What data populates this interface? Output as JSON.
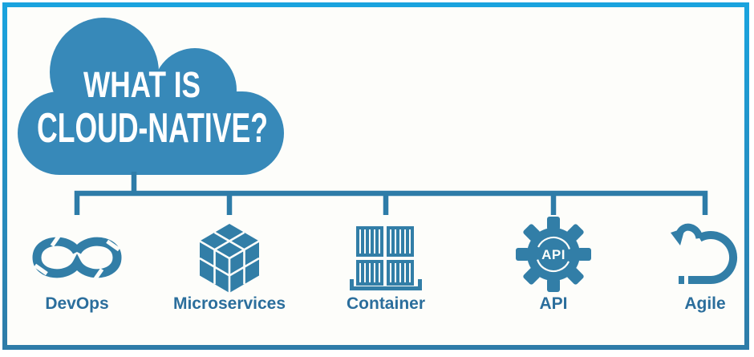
{
  "title": {
    "line1": "WHAT IS",
    "line2": "CLOUD-NATIVE?"
  },
  "items": [
    {
      "label": "DevOps",
      "icon": "devops-infinity-icon"
    },
    {
      "label": "Microservices",
      "icon": "microservices-cube-icon"
    },
    {
      "label": "Container",
      "icon": "container-crates-icon"
    },
    {
      "label": "API",
      "icon": "api-gear-icon",
      "icon_text": "API"
    },
    {
      "label": "Agile",
      "icon": "agile-loop-icon"
    }
  ],
  "colors": {
    "cloud_blue": "#3789b9",
    "line_blue": "#2e7ca8",
    "icon_blue": "#327ea7",
    "label_blue": "#2b6e9c",
    "border_top": "#1aa3de",
    "border_bottom": "#2e7ca8",
    "background": "#fdfdfa",
    "title_text": "#ffffff"
  }
}
